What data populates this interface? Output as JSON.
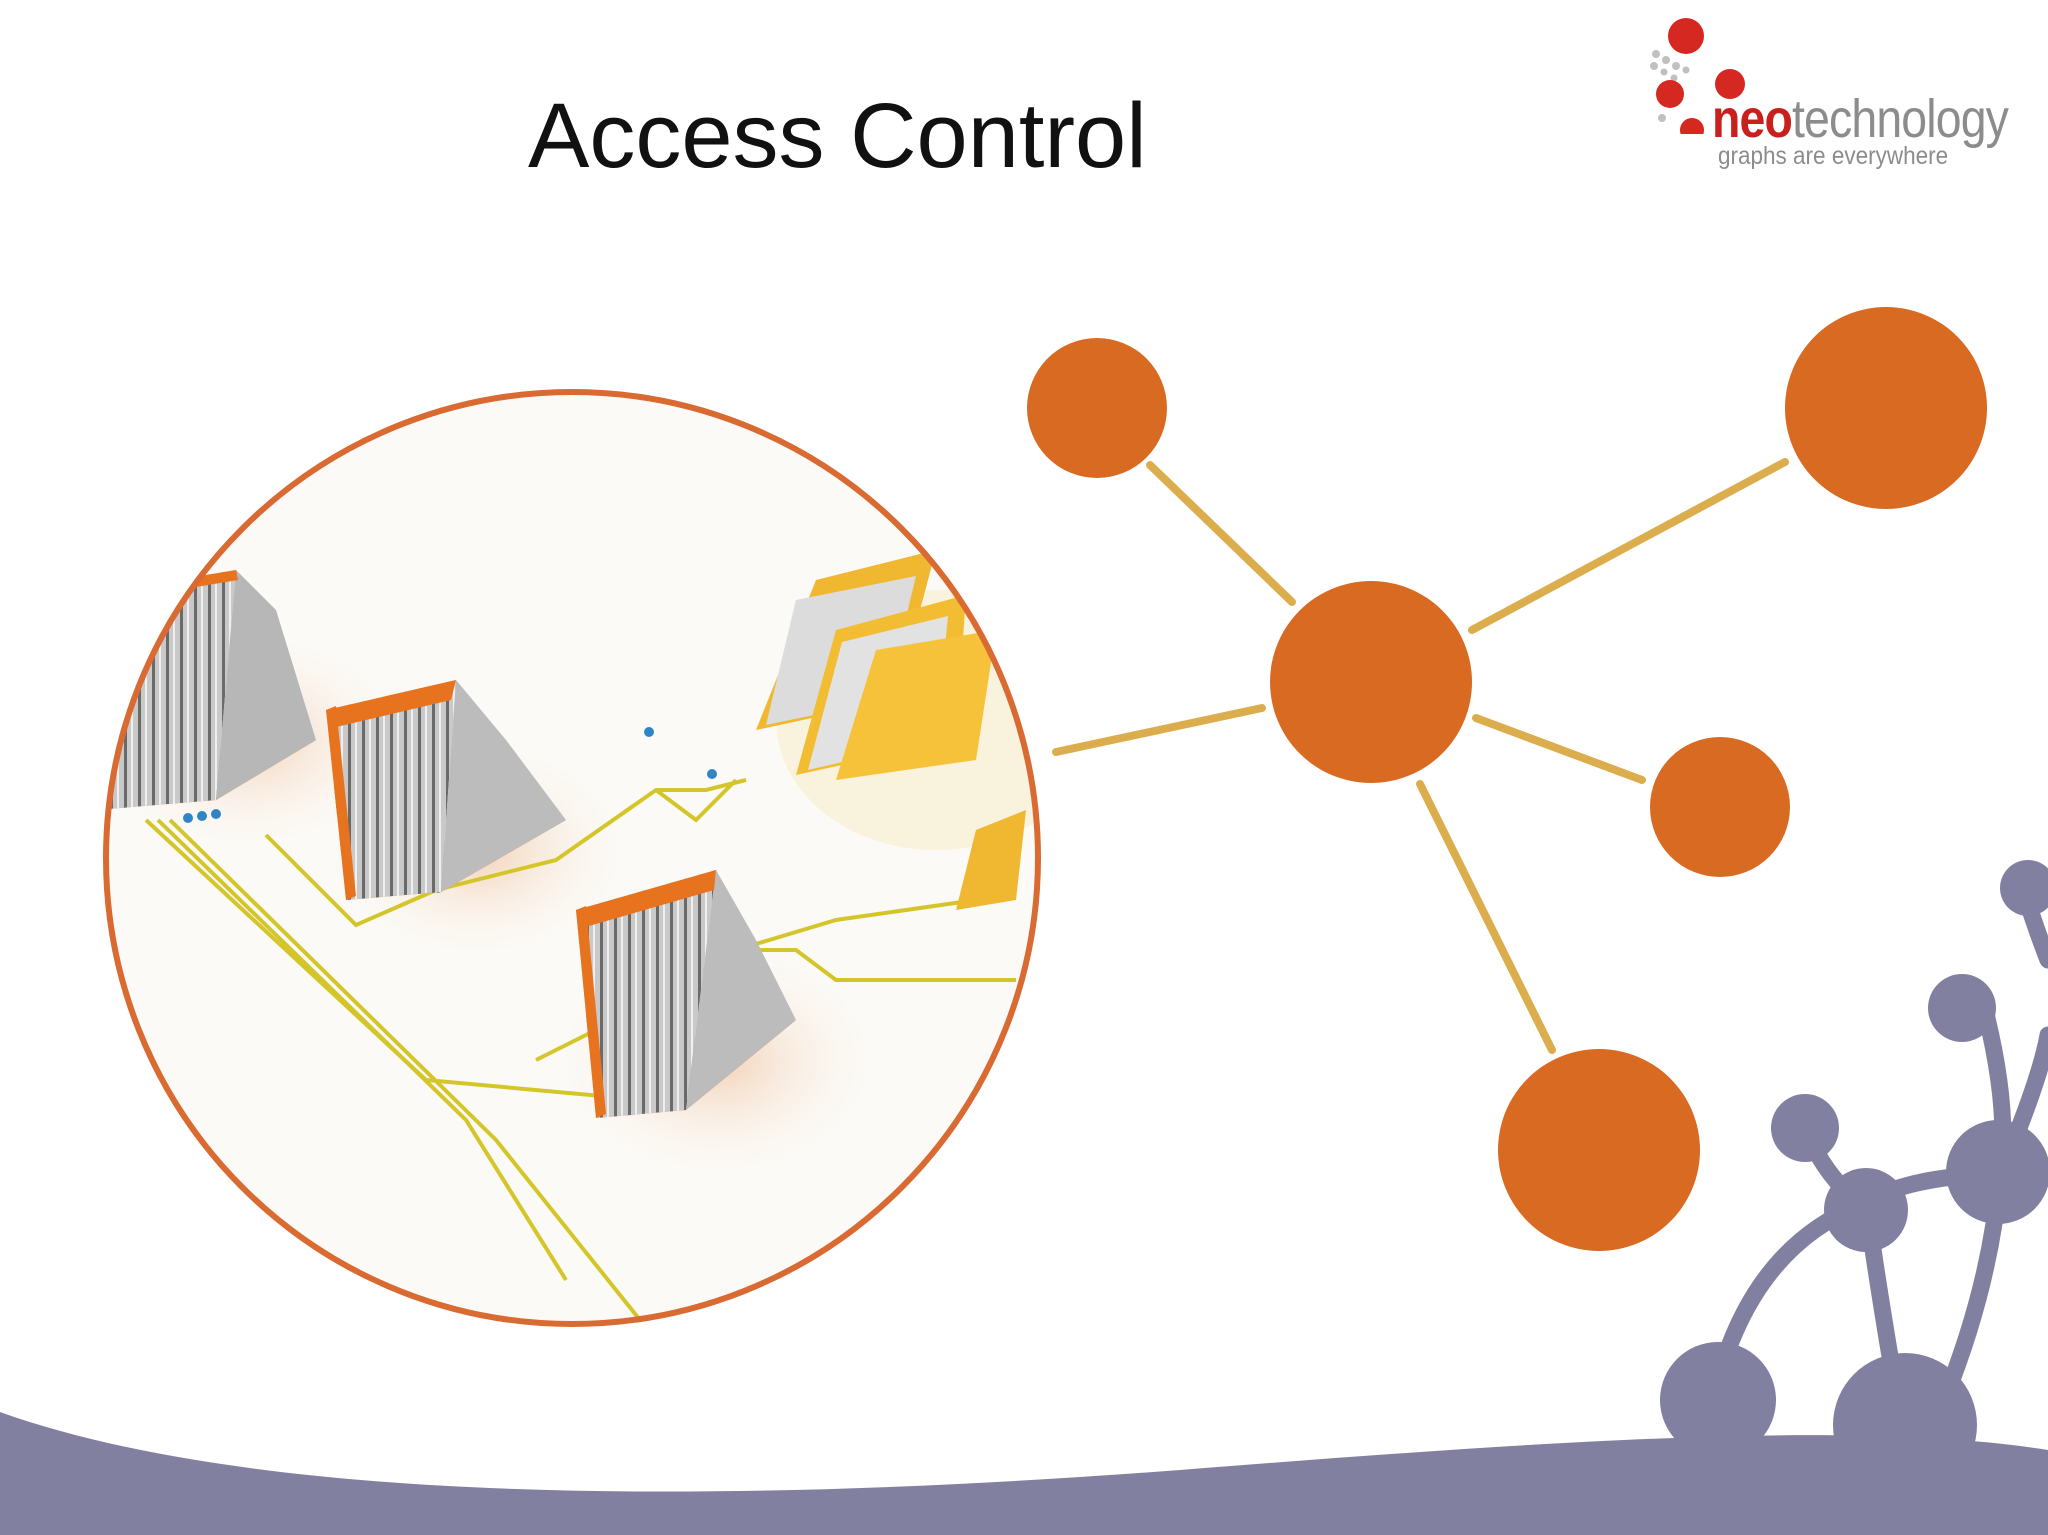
{
  "slide": {
    "title": "Access Control"
  },
  "logo": {
    "brand_part_1": "neo",
    "brand_part_2": "technology",
    "tagline": "graphs are everywhere"
  },
  "colors": {
    "node_orange": "#d96a22",
    "edge_gold": "#dcad4c",
    "circle_outline": "#d96a32",
    "decor_purple": "#8280a0",
    "logo_red": "#c8201c",
    "logo_gray": "#8c8c8c",
    "folder_orange": "#e8731e",
    "folder_yellow": "#f0b830",
    "wire_yellow": "#d8cc30"
  },
  "icons": {
    "illustration": "folder-hierarchy-illustration",
    "graph": "graph-network-diagram",
    "decoration": "graph-tree-decoration"
  }
}
